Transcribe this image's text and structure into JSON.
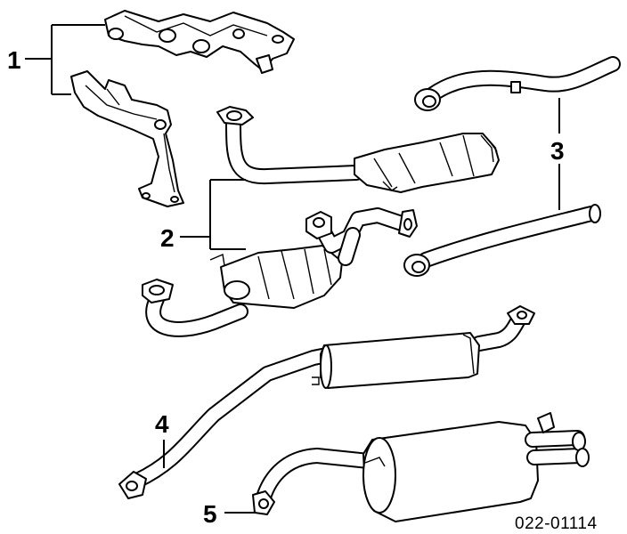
{
  "callouts": {
    "c1": "1",
    "c2": "2",
    "c3": "3",
    "c4": "4",
    "c5": "5"
  },
  "part_number": "022-01114"
}
